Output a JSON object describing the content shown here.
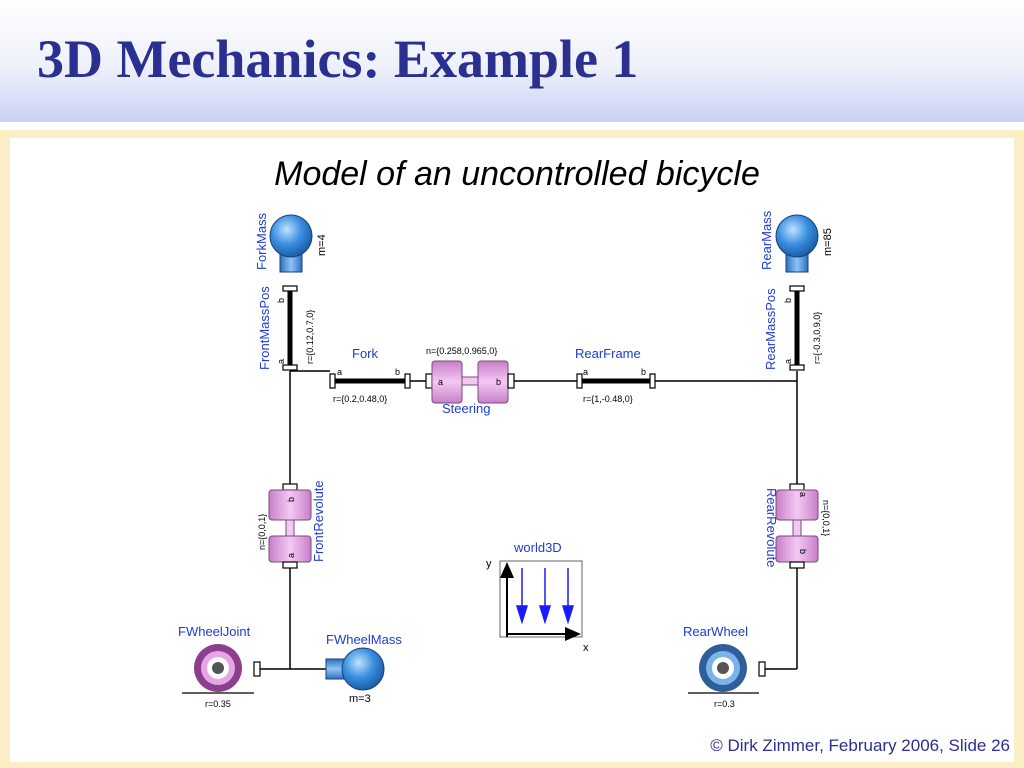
{
  "slide": {
    "title": "3D Mechanics: Example 1",
    "subtitle": "Model of an uncontrolled bicycle",
    "footer": "© Dirk Zimmer, February 2006, Slide 26"
  },
  "diagram": {
    "fork_mass": {
      "name": "ForkMass",
      "param": "m=4"
    },
    "rear_mass": {
      "name": "RearMass",
      "param": "m=85"
    },
    "front_mass_pos": {
      "name": "FrontMassPos",
      "param": "r={0.12,0.7,0}"
    },
    "rear_mass_pos": {
      "name": "RearMassPos",
      "param": "r={-0.3,0.9,0}"
    },
    "fork": {
      "name": "Fork",
      "param": "r={0.2,0.48,0}"
    },
    "steering": {
      "name": "Steering",
      "param": "n={0.258,0.965,0}"
    },
    "rear_frame": {
      "name": "RearFrame",
      "param": "r={1,-0.48,0}"
    },
    "front_revolute": {
      "name": "FrontRevolute",
      "param": "n={0,0,1}"
    },
    "rear_revolute": {
      "name": "RearRevolute",
      "param": "n={0,0,1}"
    },
    "world": {
      "name": "world3D",
      "axis_y": "y",
      "axis_x": "x"
    },
    "fwheel_joint": {
      "name": "FWheelJoint",
      "param": "r=0.35"
    },
    "fwheel_mass": {
      "name": "FWheelMass",
      "param": "m=3"
    },
    "rear_wheel": {
      "name": "RearWheel",
      "param": "r=0.3"
    },
    "port_a": "a",
    "port_b": "b"
  },
  "colors": {
    "title": "#2b2f8f",
    "label_blue": "#1e3cd6",
    "mass_blue": "#3a8fe0",
    "revolute_pink": "#e6a6e6",
    "front_wheel_ring": "#8c3f8c",
    "rear_wheel_ring": "#2f5f9a",
    "background_yellow": "#fcefc8"
  }
}
